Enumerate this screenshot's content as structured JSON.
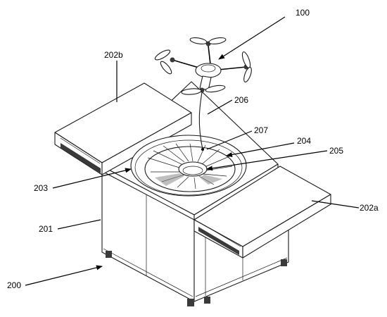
{
  "figure": {
    "labels": {
      "drone": "100",
      "station": "200",
      "housing": "201",
      "cover_right": "202a",
      "cover_left": "202b",
      "platform": "203",
      "guide": "204",
      "center_pad": "205",
      "tether": "206",
      "connector": "207"
    }
  }
}
